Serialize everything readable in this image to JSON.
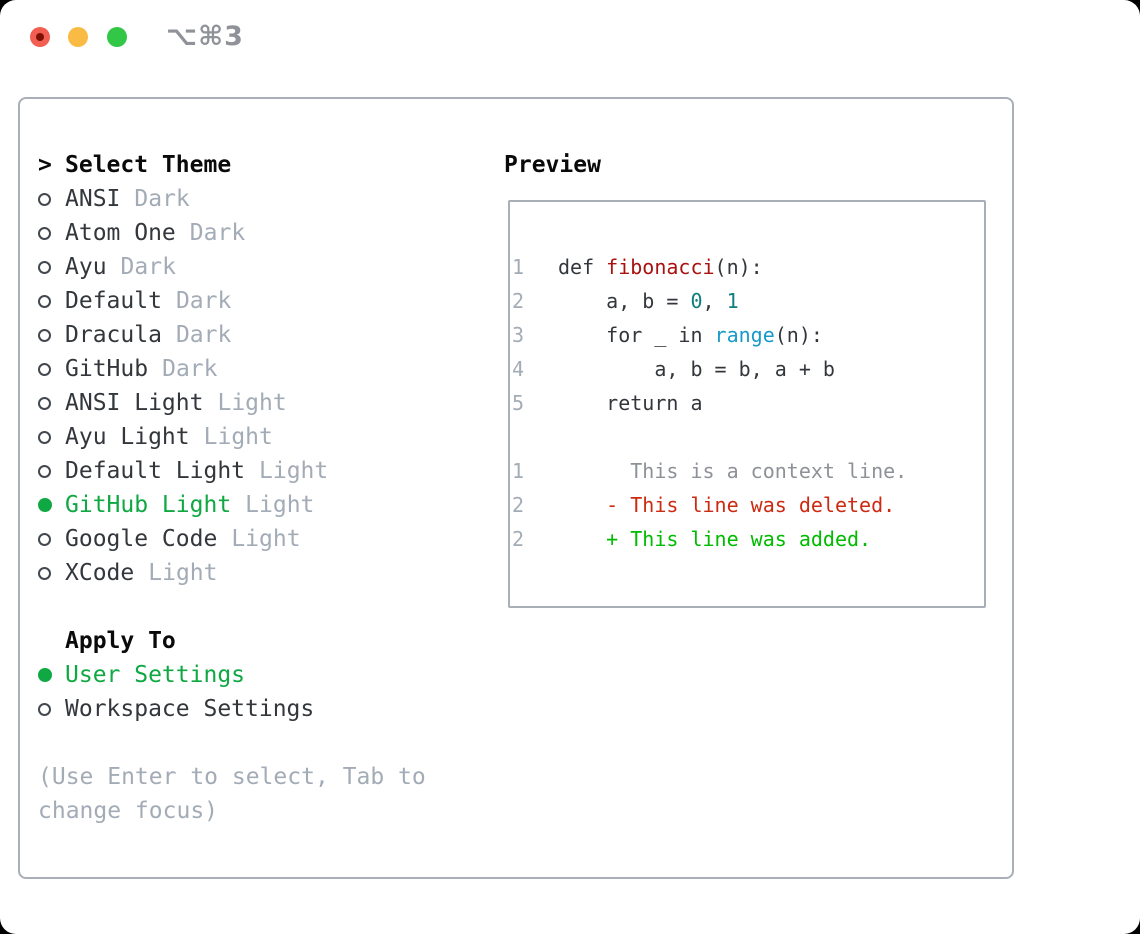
{
  "window": {
    "title": "⌥⌘3",
    "traffic_lights": {
      "close_color": "#f25e51",
      "close_dot_color": "#7d1004",
      "minimize_color": "#fabb45",
      "zoom_color": "#33c748"
    }
  },
  "theme_selector": {
    "header": {
      "marker": ">",
      "label": "Select Theme"
    },
    "themes": [
      {
        "name": "ANSI",
        "variant": "Dark",
        "selected": false
      },
      {
        "name": "Atom One",
        "variant": "Dark",
        "selected": false
      },
      {
        "name": "Ayu",
        "variant": "Dark",
        "selected": false
      },
      {
        "name": "Default",
        "variant": "Dark",
        "selected": false
      },
      {
        "name": "Dracula",
        "variant": "Dark",
        "selected": false
      },
      {
        "name": "GitHub",
        "variant": "Dark",
        "selected": false
      },
      {
        "name": "ANSI Light",
        "variant": "Light",
        "selected": false
      },
      {
        "name": "Ayu Light",
        "variant": "Light",
        "selected": false
      },
      {
        "name": "Default Light",
        "variant": "Light",
        "selected": false
      },
      {
        "name": "GitHub Light",
        "variant": "Light",
        "selected": true
      },
      {
        "name": "Google Code",
        "variant": "Light",
        "selected": false
      },
      {
        "name": "XCode",
        "variant": "Light",
        "selected": false
      }
    ],
    "apply_to": {
      "label": "Apply To",
      "options": [
        {
          "label": "User Settings",
          "selected": true
        },
        {
          "label": "Workspace Settings",
          "selected": false
        }
      ]
    },
    "hint_lines": [
      "(Use Enter to select, Tab to",
      "change focus)"
    ]
  },
  "preview": {
    "label": "Preview",
    "code_lines": [
      {
        "num": "1",
        "segments": [
          {
            "text": "def ",
            "style": "plain"
          },
          {
            "text": "fibonacci",
            "style": "function"
          },
          {
            "text": "(n):",
            "style": "plain"
          }
        ]
      },
      {
        "num": "2",
        "segments": [
          {
            "text": "    a, b = ",
            "style": "plain"
          },
          {
            "text": "0",
            "style": "number"
          },
          {
            "text": ", ",
            "style": "plain"
          },
          {
            "text": "1",
            "style": "number"
          }
        ]
      },
      {
        "num": "3",
        "segments": [
          {
            "text": "    for _ in ",
            "style": "plain"
          },
          {
            "text": "range",
            "style": "builtin"
          },
          {
            "text": "(n):",
            "style": "plain"
          }
        ]
      },
      {
        "num": "4",
        "segments": [
          {
            "text": "        a, b = b, a + b",
            "style": "plain"
          }
        ]
      },
      {
        "num": "5",
        "segments": [
          {
            "text": "    return a",
            "style": "plain"
          }
        ]
      },
      {
        "num": "",
        "segments": []
      },
      {
        "num": "1",
        "segments": [
          {
            "text": "      This is a context line.",
            "style": "context"
          }
        ]
      },
      {
        "num": "2",
        "segments": [
          {
            "text": "    - This line was deleted.",
            "style": "deleted"
          }
        ]
      },
      {
        "num": "2",
        "segments": [
          {
            "text": "    + This line was added.",
            "style": "added"
          }
        ]
      }
    ]
  },
  "colors": {
    "selection_green": "#0fa843",
    "added_green": "#00bb00",
    "deleted_red": "#cd2a12",
    "context_gray": "#8e9298",
    "function_red": "#aa1111",
    "number_teal": "#0f7e7e",
    "builtin_blue": "#189ac9",
    "line_number_gray": "#a3acb6",
    "muted_gray": "#a3acb6",
    "text_dark": "#33373c",
    "border_gray": "#a8afb7"
  }
}
